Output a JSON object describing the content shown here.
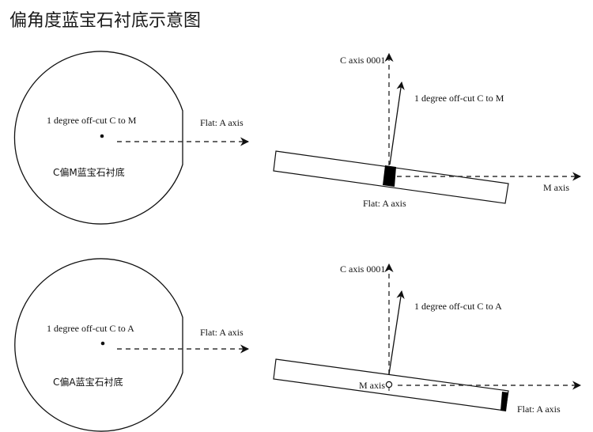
{
  "title": "偏角度蓝宝石衬底示意图",
  "colors": {
    "line": "#111111",
    "background": "#ffffff"
  },
  "panels": [
    {
      "wafer": {
        "offcut_label": "1 degree off-cut C to M",
        "flat_label": "Flat: A axis",
        "substrate_label": "C偏M蓝宝石衬底"
      },
      "side_view": {
        "c_axis_label": "C axis 0001",
        "offcut_label": "1 degree off-cut C to M",
        "flat_label": "Flat: A axis",
        "horizontal_axis_label": "M axis",
        "offcut_degrees": 1
      }
    },
    {
      "wafer": {
        "offcut_label": "1 degree off-cut C to A",
        "flat_label": "Flat: A axis",
        "substrate_label": "C偏A蓝宝石衬底"
      },
      "side_view": {
        "c_axis_label": "C axis 0001",
        "offcut_label": "1 degree off-cut C to A",
        "flat_label": "Flat: A axis",
        "horizontal_axis_label": "M axis",
        "offcut_degrees": 1
      }
    }
  ]
}
